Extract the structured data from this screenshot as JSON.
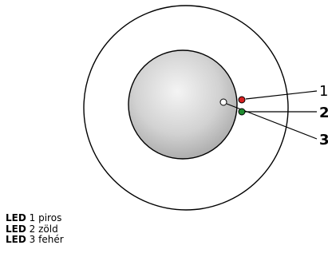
{
  "callouts": [
    {
      "number": "1",
      "led_color": "#d62020"
    },
    {
      "number": "2",
      "led_color": "#1f8a2e"
    },
    {
      "number": "3",
      "led_color": "#ffffff"
    }
  ],
  "legend": [
    {
      "prefix": "LED",
      "number": "1",
      "name": "piros"
    },
    {
      "prefix": "LED",
      "number": "2",
      "name": "zöld"
    },
    {
      "prefix": "LED",
      "number": "3",
      "name": "fehér"
    }
  ],
  "colors": {
    "outline": "#000000",
    "dome_light": "#f4f4f4",
    "dome_dark": "#a9a9a9"
  }
}
